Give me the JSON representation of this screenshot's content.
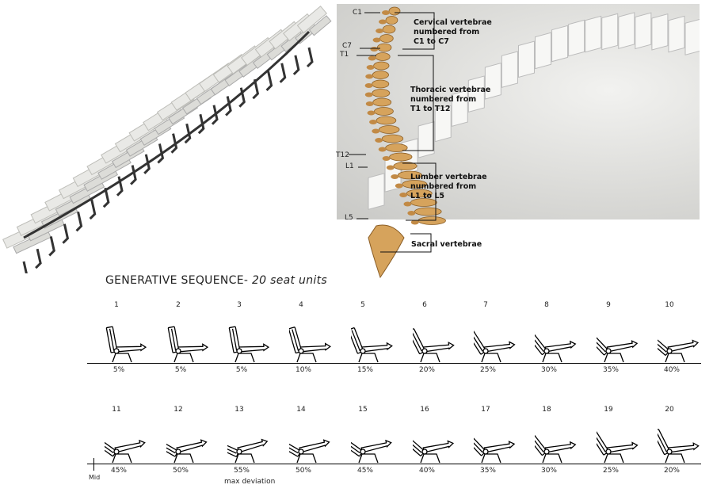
{
  "spine": {
    "markers": [
      "C1",
      "C7",
      "T1",
      "T12",
      "L1",
      "L5"
    ],
    "cervical": [
      "Cervical vertebrae",
      "numbered from",
      "C1 to C7"
    ],
    "thoracic": [
      "Thoracic vertebrae",
      "numbered from",
      "T1 to T12"
    ],
    "lumbar": [
      "Lumber vertebrae",
      "numbered from",
      "L1 to L5"
    ],
    "sacral": "Sacral vertebrae"
  },
  "sequence": {
    "title_main": "GENERATIVE SEQUENCE- ",
    "title_italic": "20 seat units",
    "mid_label": "Mid",
    "max_label": "max deviation",
    "seats": [
      {
        "n": "1",
        "pct": "5%",
        "v": 5
      },
      {
        "n": "2",
        "pct": "5%",
        "v": 5
      },
      {
        "n": "3",
        "pct": "5%",
        "v": 5
      },
      {
        "n": "4",
        "pct": "10%",
        "v": 10
      },
      {
        "n": "5",
        "pct": "15%",
        "v": 15
      },
      {
        "n": "6",
        "pct": "20%",
        "v": 20
      },
      {
        "n": "7",
        "pct": "25%",
        "v": 25
      },
      {
        "n": "8",
        "pct": "30%",
        "v": 30
      },
      {
        "n": "9",
        "pct": "35%",
        "v": 35
      },
      {
        "n": "10",
        "pct": "40%",
        "v": 40
      },
      {
        "n": "11",
        "pct": "45%",
        "v": 45
      },
      {
        "n": "12",
        "pct": "50%",
        "v": 50
      },
      {
        "n": "13",
        "pct": "55%",
        "v": 55
      },
      {
        "n": "14",
        "pct": "50%",
        "v": 50
      },
      {
        "n": "15",
        "pct": "45%",
        "v": 45
      },
      {
        "n": "16",
        "pct": "40%",
        "v": 40
      },
      {
        "n": "17",
        "pct": "35%",
        "v": 35
      },
      {
        "n": "18",
        "pct": "30%",
        "v": 30
      },
      {
        "n": "19",
        "pct": "25%",
        "v": 25
      },
      {
        "n": "20",
        "pct": "20%",
        "v": 20
      }
    ]
  }
}
